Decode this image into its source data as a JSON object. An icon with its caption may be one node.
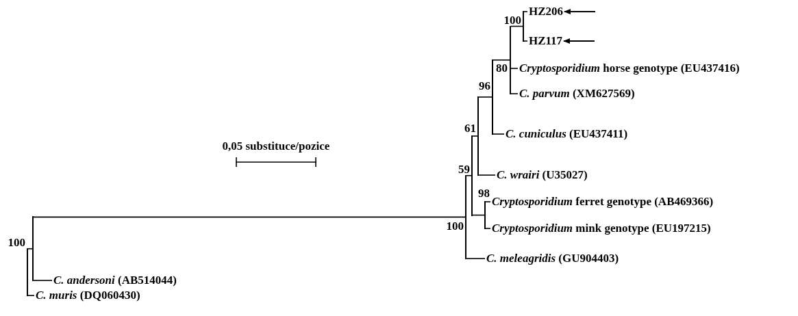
{
  "diagram": {
    "nodes": [
      {
        "text": [
          "HZ206"
        ]
      },
      {
        "text": [
          "HZ117"
        ]
      },
      {
        "text": [
          "*Cryptosporidium* horse genotype (EU437416)"
        ]
      },
      {
        "text": [
          "*C. parvum* (XM627569)"
        ]
      },
      {
        "text": [
          "*C. cuniculus* (EU437411)"
        ]
      },
      {
        "text": [
          "*C. wrairi* (U35027)"
        ]
      },
      {
        "text": [
          "*Cryptosporidium* ferret genotype (AB469366)"
        ]
      },
      {
        "text": [
          "*Cryptosporidium* mink genotype (EU197215)"
        ]
      },
      {
        "text": [
          "*C. meleagridis* (GU904403)"
        ]
      },
      {
        "text": [
          "*C. andersoni* (AB514044)"
        ]
      },
      {
        "text": [
          "*C. muris* (DQ060430)"
        ]
      },
      {
        "text": [],
        "shape": "point",
        "beside": [
          "100"
        ]
      },
      {
        "text": [],
        "shape": "point",
        "beside": [
          "80"
        ]
      },
      {
        "text": [],
        "shape": "point",
        "beside": [
          "96"
        ]
      },
      {
        "text": [],
        "shape": "point",
        "beside": [
          "61"
        ]
      },
      {
        "text": [],
        "shape": "point",
        "beside": [
          "59"
        ]
      },
      {
        "text": [],
        "shape": "point",
        "beside": [
          "98"
        ]
      },
      {
        "text": [],
        "shape": "point",
        "beside": [
          "100"
        ]
      },
      {
        "text": [],
        "shape": "point"
      },
      {
        "text": [],
        "shape": "point",
        "beside": [
          "100"
        ]
      }
    ],
    "edges": [
      {
        "from": 19,
        "to": 18,
        "arrow": "none"
      },
      {
        "from": 19,
        "to": 10,
        "arrow": "none"
      },
      {
        "from": 18,
        "to": 17,
        "arrow": "none"
      },
      {
        "from": 18,
        "to": 9,
        "arrow": "none"
      },
      {
        "from": 17,
        "to": 15,
        "arrow": "none"
      },
      {
        "from": 17,
        "to": 8,
        "arrow": "none"
      },
      {
        "from": 15,
        "to": 14,
        "arrow": "none"
      },
      {
        "from": 15,
        "to": 16,
        "arrow": "none"
      },
      {
        "from": 16,
        "to": 6,
        "arrow": "none"
      },
      {
        "from": 16,
        "to": 7,
        "arrow": "none"
      },
      {
        "from": 14,
        "to": 13,
        "arrow": "none"
      },
      {
        "from": 14,
        "to": 5,
        "arrow": "none"
      },
      {
        "from": 13,
        "to": 12,
        "arrow": "none"
      },
      {
        "from": 13,
        "to": 4,
        "arrow": "none"
      },
      {
        "from": 12,
        "to": 11,
        "arrow": "none"
      },
      {
        "from": 12,
        "to": 2,
        "arrow": "none"
      },
      {
        "from": 12,
        "to": 3,
        "arrow": "none"
      },
      {
        "from": 11,
        "to": 0,
        "arrow": "none"
      },
      {
        "from": 11,
        "to": 1,
        "arrow": "none"
      },
      {
        "from": null,
        "to": 0,
        "arrow": "to"
      },
      {
        "from": null,
        "to": 1,
        "arrow": "to"
      }
    ],
    "labels": [
      "0,05 substituce/pozice"
    ]
  }
}
